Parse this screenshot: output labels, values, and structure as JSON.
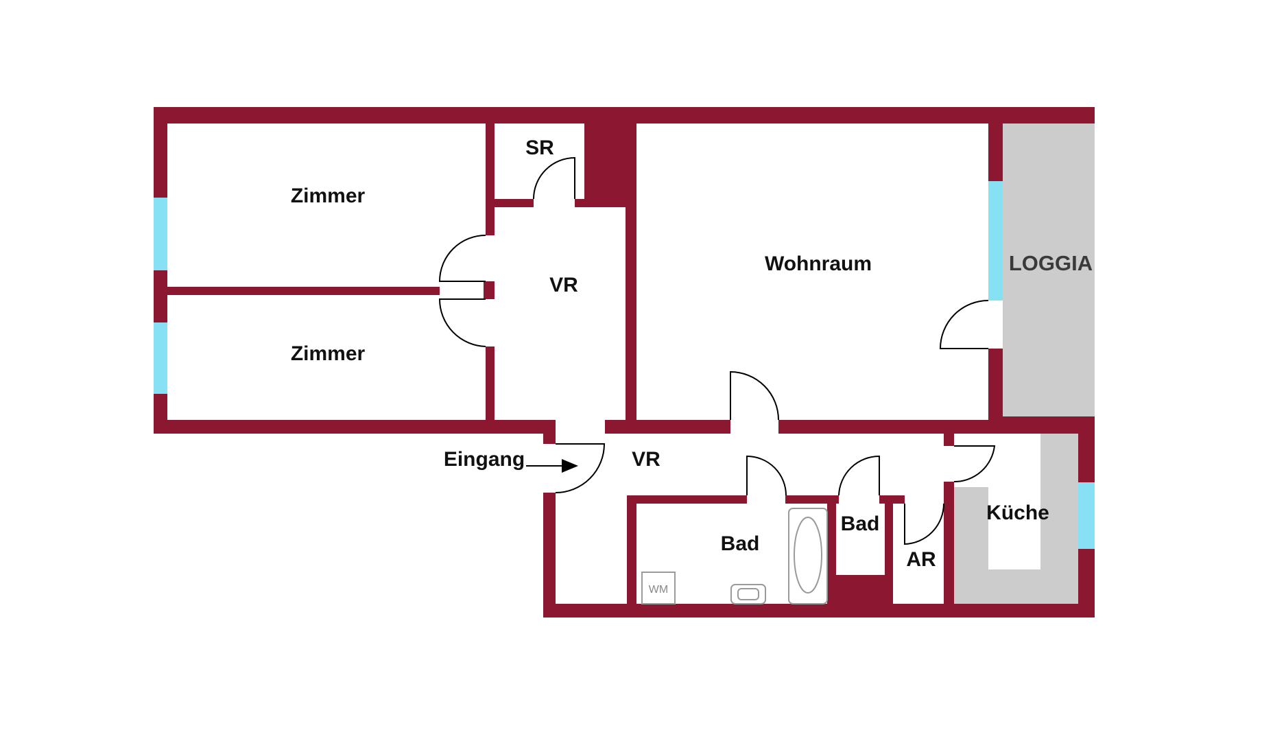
{
  "colors": {
    "wall": "#8c1730",
    "window": "#86e1f5",
    "loggia_floor": "#cccccc",
    "kitchen_counter": "#cccccc",
    "door_line": "#000000",
    "background": "#ffffff"
  },
  "rooms": {
    "zimmer_1": "Zimmer",
    "zimmer_2": "Zimmer",
    "sr": "SR",
    "vr_hall": "VR",
    "wohnraum": "Wohnraum",
    "loggia": "LOGGIA",
    "eingang": "Eingang",
    "vr_corridor": "VR",
    "bad_main": "Bad",
    "bad_small": "Bad",
    "ar": "AR",
    "kueche": "Küche",
    "washing_machine": "WM"
  }
}
